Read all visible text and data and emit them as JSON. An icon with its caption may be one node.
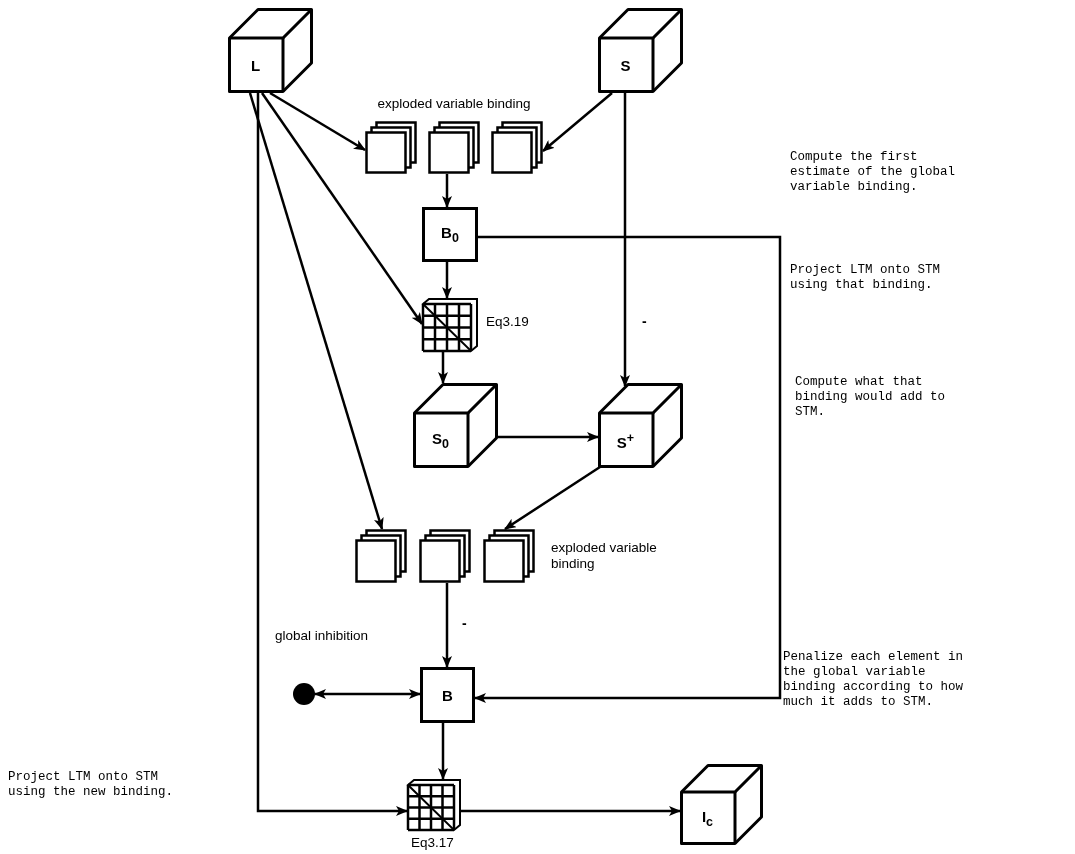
{
  "diagram": {
    "nodes": [
      {
        "text": [
          "L"
        ]
      },
      {
        "text": [
          "S"
        ]
      },
      {
        "text": [],
        "shape": "picture",
        "beside": [
          "exploded variable binding"
        ]
      },
      {
        "text": [
          "B$_{0}$"
        ]
      },
      {
        "text": [],
        "shape": "picture",
        "beside": [
          "Eq3.19"
        ]
      },
      {
        "text": [
          "S$_{0}$"
        ]
      },
      {
        "text": [
          "S$^{+}$"
        ]
      },
      {
        "text": [],
        "shape": "picture",
        "beside": [
          "exploded variable binding"
        ]
      },
      {
        "text": [],
        "shape": "circle",
        "beside": [
          "global inhibition"
        ]
      },
      {
        "text": [
          "B"
        ]
      },
      {
        "text": [],
        "shape": "picture",
        "beside": [
          "Eq3.17"
        ]
      },
      {
        "text": [
          "I$_{c}$"
        ]
      }
    ],
    "edges": [
      {
        "from": 0,
        "to": 2,
        "arrow": "to"
      },
      {
        "from": 1,
        "to": 2,
        "arrow": "to"
      },
      {
        "from": 2,
        "to": 3,
        "arrow": "to"
      },
      {
        "from": 0,
        "to": 4,
        "arrow": "to"
      },
      {
        "from": 3,
        "to": 4,
        "arrow": "to"
      },
      {
        "from": 4,
        "to": 5,
        "arrow": "to"
      },
      {
        "from": 5,
        "to": 6,
        "arrow": "to"
      },
      {
        "from": 1,
        "to": 6,
        "arrow": "to",
        "label": "-"
      },
      {
        "from": 0,
        "to": 7,
        "arrow": "to"
      },
      {
        "from": 6,
        "to": 7,
        "arrow": "to"
      },
      {
        "from": 7,
        "to": 9,
        "arrow": "to",
        "label": "-"
      },
      {
        "from": 3,
        "to": 9,
        "arrow": "to"
      },
      {
        "from": 8,
        "to": 9,
        "arrow": "both"
      },
      {
        "from": 9,
        "to": 10,
        "arrow": "to"
      },
      {
        "from": 0,
        "to": 10,
        "arrow": "to"
      },
      {
        "from": 10,
        "to": 11,
        "arrow": "to"
      }
    ],
    "labels": [
      "Compute the first estimate of the global variable binding.",
      "Project LTM onto STM using that binding.",
      "Compute what that binding would add to STM.",
      "Penalize each element in the global variable binding according to how much it adds to STM.",
      "Project LTM onto STM using the new binding."
    ]
  }
}
